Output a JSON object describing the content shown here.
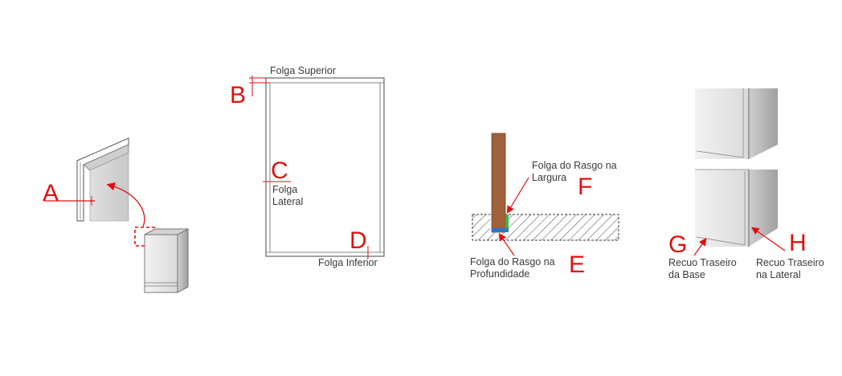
{
  "letters": {
    "a": "A",
    "b": "B",
    "c": "C",
    "d": "D",
    "e": "E",
    "f": "F",
    "g": "G",
    "h": "H"
  },
  "labels": {
    "folga_superior": "Folga Superior",
    "folga_lateral_1": "Folga",
    "folga_lateral_2": "Lateral",
    "folga_inferior": "Folga Inferior",
    "rasgo_largura_1": "Folga do Rasgo na",
    "rasgo_largura_2": "Largura",
    "rasgo_profundidade_1": "Folga do Rasgo na",
    "rasgo_profundidade_2": "Profundidade",
    "recuo_base_1": "Recuo Traseiro",
    "recuo_base_2": "da Base",
    "recuo_lateral_1": "Recuo Traseiro",
    "recuo_lateral_2": "na Lateral"
  },
  "colors": {
    "label_red": "#e01010",
    "panel_wood": "#a0603a",
    "clearance_green": "#3cb34a",
    "clearance_blue": "#2d74c8"
  }
}
